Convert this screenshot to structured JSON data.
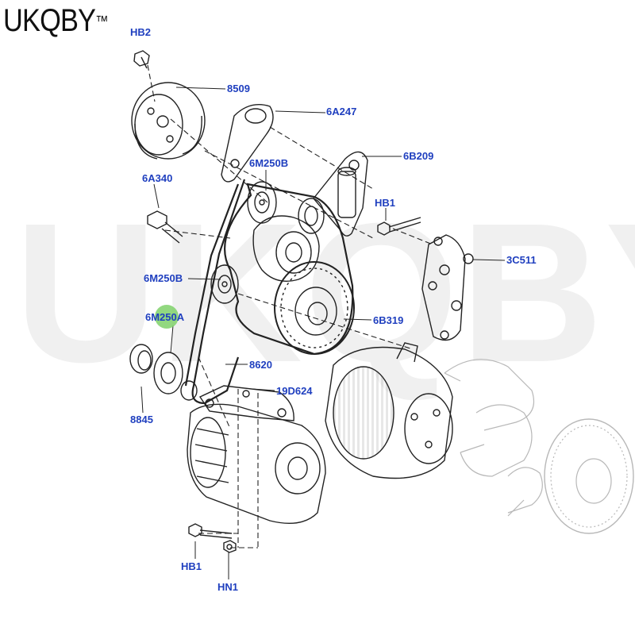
{
  "brand": {
    "name": "UKQBY",
    "mark": "™"
  },
  "watermark": "UKQBY™",
  "colors": {
    "callout_text": "#1f3fbf",
    "line": "#222222",
    "highlight": "#7fd16a"
  },
  "callouts": {
    "hb2": "HB2",
    "c8509": "8509",
    "c6a247": "6A247",
    "c6b209": "6B209",
    "c6m250b_top": "6M250B",
    "c6a340": "6A340",
    "hb1_right": "HB1",
    "c3c511": "3C511",
    "c6m250b_mid": "6M250B",
    "c6m250a": "6M250A",
    "c6b319": "6B319",
    "c8620": "8620",
    "c19d624": "19D624",
    "c8845": "8845",
    "hb1_bottom": "HB1",
    "hn1": "HN1"
  }
}
